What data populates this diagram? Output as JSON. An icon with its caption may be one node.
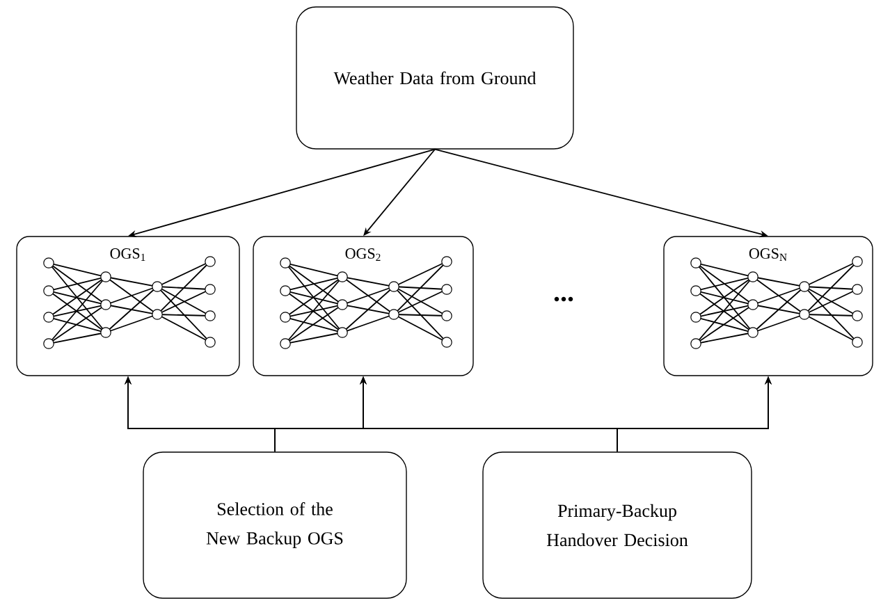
{
  "diagram": {
    "nodes": [
      {
        "text": [
          "Weather Data from Ground"
        ]
      },
      {
        "text": [
          "OGS$_{1}$"
        ]
      },
      {
        "text": [
          "OGS$_{2}$"
        ]
      },
      {
        "text": [
          "OGS$_{N}$"
        ]
      },
      {
        "text": [
          "Selection of the New Backup OGS"
        ]
      },
      {
        "text": [
          "Primary-Backup Handover Decision"
        ]
      }
    ],
    "edges": [
      {
        "from": 0,
        "to": 1,
        "arrow": "to"
      },
      {
        "from": 0,
        "to": 2,
        "arrow": "to"
      },
      {
        "from": 0,
        "to": 3,
        "arrow": "to"
      },
      {
        "from": 4,
        "to": 1,
        "arrow": "to"
      },
      {
        "from": 4,
        "to": 2,
        "arrow": "to"
      },
      {
        "from": 4,
        "to": 3,
        "arrow": "to"
      },
      {
        "from": 5,
        "to": 1,
        "arrow": "to"
      },
      {
        "from": 5,
        "to": 2,
        "arrow": "to"
      },
      {
        "from": 5,
        "to": 3,
        "arrow": "to"
      }
    ],
    "labels": [
      "..."
    ]
  }
}
